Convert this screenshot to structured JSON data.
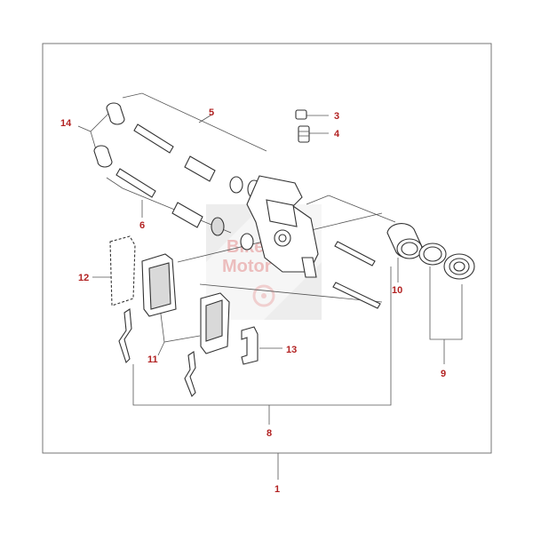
{
  "callouts": {
    "c1": "1",
    "c2": "3",
    "c3": "4",
    "c4": "5",
    "c5": "6",
    "c6": "8",
    "c7": "9",
    "c8": "10",
    "c9": "11",
    "c10": "12",
    "c11": "13",
    "c12": "14"
  },
  "watermark": {
    "line1": "Bike",
    "line2": "Motor"
  },
  "colors": {
    "callout": "#b22222",
    "line": "#555555",
    "watermark": "#e58f8f"
  }
}
